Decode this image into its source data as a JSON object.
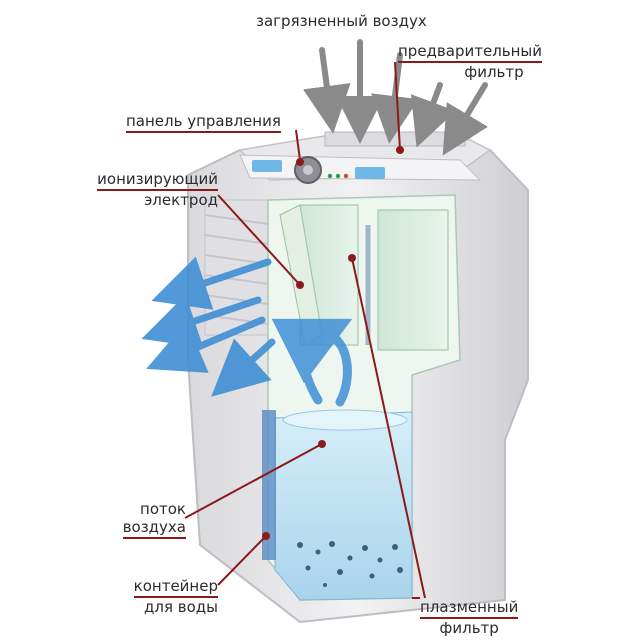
{
  "labels": {
    "dirty_air": "загрязненный воздух",
    "pre_filter_line1": "предварительный",
    "pre_filter_line2": "фильтр",
    "control_panel": "панель управления",
    "ionizing_line1": "ионизирующий",
    "ionizing_line2": "электрод",
    "airflow_line1": "поток",
    "airflow_line2": "воздуха",
    "container_line1": "контейнер",
    "container_line2": "для воды",
    "plasma_line1": "плазменный",
    "plasma_line2": "фильтр"
  },
  "colors": {
    "leader_line": "#8b1a1a",
    "arrow_blue": "#3f8fd4",
    "body_gray": "#e6e6e8",
    "water": "#bfe3f2",
    "filter_green": "#d8ece0"
  }
}
